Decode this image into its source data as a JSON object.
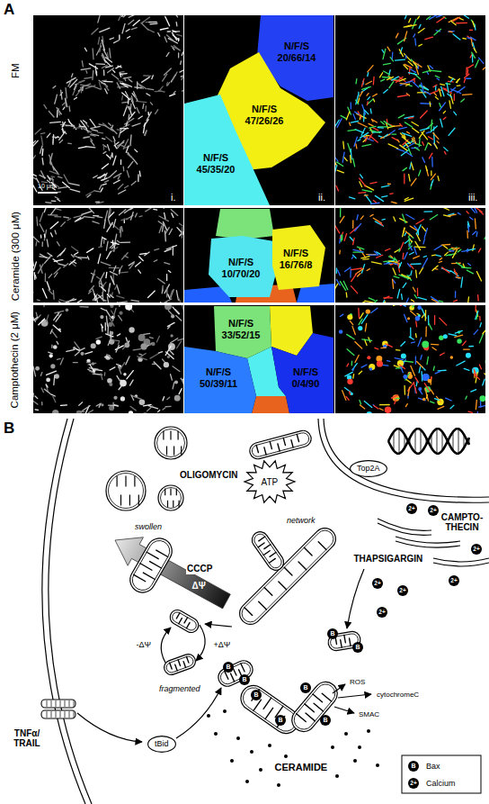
{
  "diagram": {
    "nodes": [
      {
        "text": [
          "N/F/S 20/66/14"
        ]
      },
      {
        "text": [
          "N/F/S 47/26/26"
        ]
      },
      {
        "text": [
          "N/F/S 45/35/20"
        ]
      },
      {
        "text": [
          "N/F/S 10/70/20"
        ]
      },
      {
        "text": [
          "N/F/S 16/76/8"
        ]
      },
      {
        "text": [
          "N/F/S 33/52/15"
        ]
      },
      {
        "text": [
          "N/F/S 50/39/11"
        ]
      },
      {
        "text": [
          "N/F/S 0/4/90"
        ]
      },
      {
        "text": [
          "Top2A"
        ]
      },
      {
        "text": [
          "tBid"
        ]
      }
    ],
    "labels": [
      "A",
      "FM",
      "Ceramide (300 μM)",
      "Camptothecin (2 μM)",
      "10 μm",
      "i.",
      "ii.",
      "iii.",
      "B",
      "OLIGOMYCIN",
      "ATP",
      "swollen",
      "network",
      "CCCP",
      "ΔΨ",
      "-ΔΨ",
      "+ΔΨ",
      "fragmented",
      "TNFα/ TRAIL",
      "THAPSIGARGIN",
      "CAMPTO- THECIN",
      "ROS",
      "cytochromeC",
      "SMAC",
      "CERAMIDE",
      "B",
      "B",
      "B",
      "B",
      "B",
      "B",
      "B",
      "B",
      "2+",
      "2+",
      "2+",
      "2+",
      "2+",
      "2+",
      "2+",
      "B",
      "2+"
    ],
    "legend": [
      {
        "text": "Bax"
      },
      {
        "text": "Calcium"
      }
    ]
  }
}
